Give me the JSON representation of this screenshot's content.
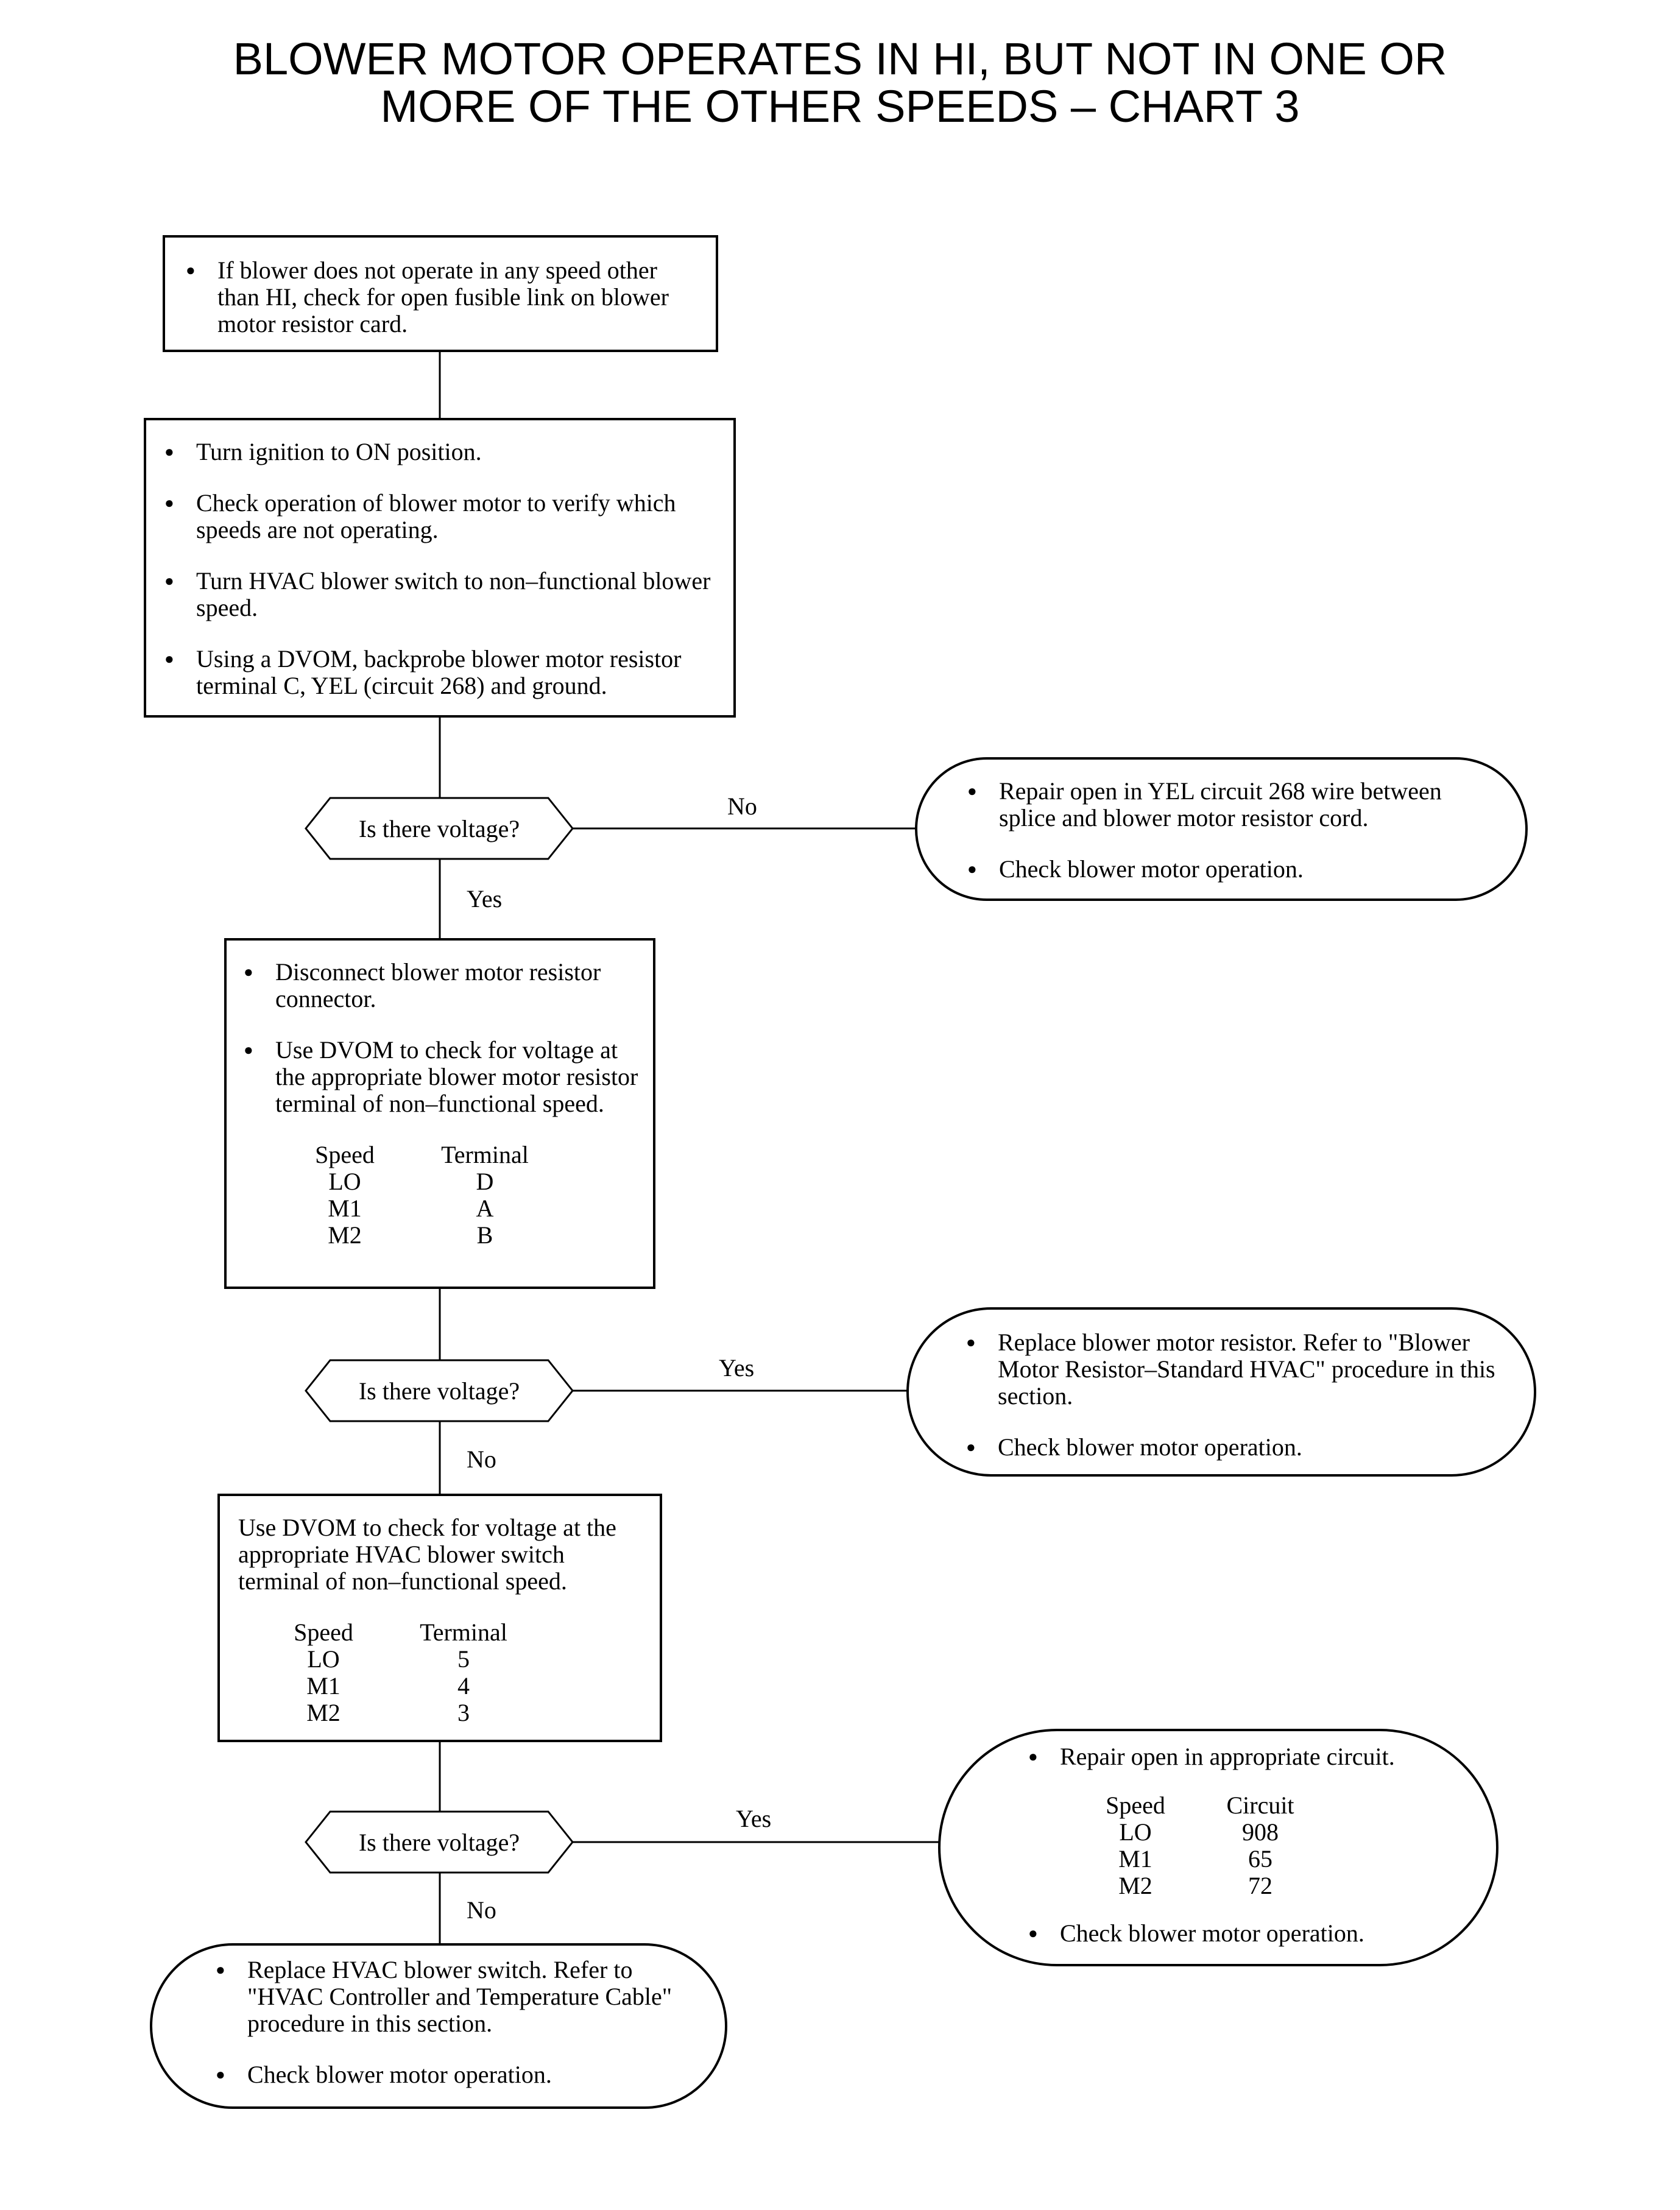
{
  "title": {
    "line1": "BLOWER MOTOR OPERATES IN HI, BUT NOT IN ONE OR",
    "line2": "MORE OF THE OTHER SPEEDS – CHART 3"
  },
  "step1": {
    "items": [
      "If blower does not operate in any speed other than HI, check for open fusible link on blower motor resistor card."
    ]
  },
  "step2": {
    "items": [
      "Turn ignition to ON position.",
      "Check operation of blower motor to verify which speeds are not operating.",
      "Turn HVAC blower switch to non–functional blower speed.",
      "Using a DVOM, backprobe blower motor resistor terminal C, YEL (circuit 268) and ground."
    ]
  },
  "decision1": {
    "label": "Is there voltage?",
    "no_label": "No",
    "yes_label": "Yes"
  },
  "result1": {
    "items": [
      "Repair open in YEL circuit 268 wire between splice and blower motor resistor cord.",
      "Check blower motor operation."
    ]
  },
  "step3": {
    "items": [
      "Disconnect blower motor resistor connector.",
      "Use DVOM to check for voltage at the appropriate blower motor resistor terminal of non–functional speed."
    ],
    "table": {
      "headers": [
        "Speed",
        "Terminal"
      ],
      "rows": [
        [
          "LO",
          "D"
        ],
        [
          "M1",
          "A"
        ],
        [
          "M2",
          "B"
        ]
      ]
    }
  },
  "decision2": {
    "label": "Is there voltage?",
    "yes_label": "Yes",
    "no_label": "No"
  },
  "result2": {
    "items": [
      "Replace blower motor resistor. Refer to \"Blower Motor Resistor–Standard HVAC\" procedure in this section.",
      "Check blower motor operation."
    ]
  },
  "step4": {
    "text": "Use DVOM to check for voltage at the appropriate HVAC blower switch terminal of non–functional speed.",
    "table": {
      "headers": [
        "Speed",
        "Terminal"
      ],
      "rows": [
        [
          "LO",
          "5"
        ],
        [
          "M1",
          "4"
        ],
        [
          "M2",
          "3"
        ]
      ]
    }
  },
  "decision3": {
    "label": "Is there voltage?",
    "yes_label": "Yes",
    "no_label": "No"
  },
  "result3": {
    "item1": "Repair open in appropriate circuit.",
    "table": {
      "headers": [
        "Speed",
        "Circuit"
      ],
      "rows": [
        [
          "LO",
          "908"
        ],
        [
          "M1",
          "65"
        ],
        [
          "M2",
          "72"
        ]
      ]
    },
    "item2": "Check blower motor operation."
  },
  "result4": {
    "items": [
      "Replace HVAC blower switch. Refer to \"HVAC Controller and Temperature Cable\" procedure in this section.",
      "Check blower motor operation."
    ]
  }
}
